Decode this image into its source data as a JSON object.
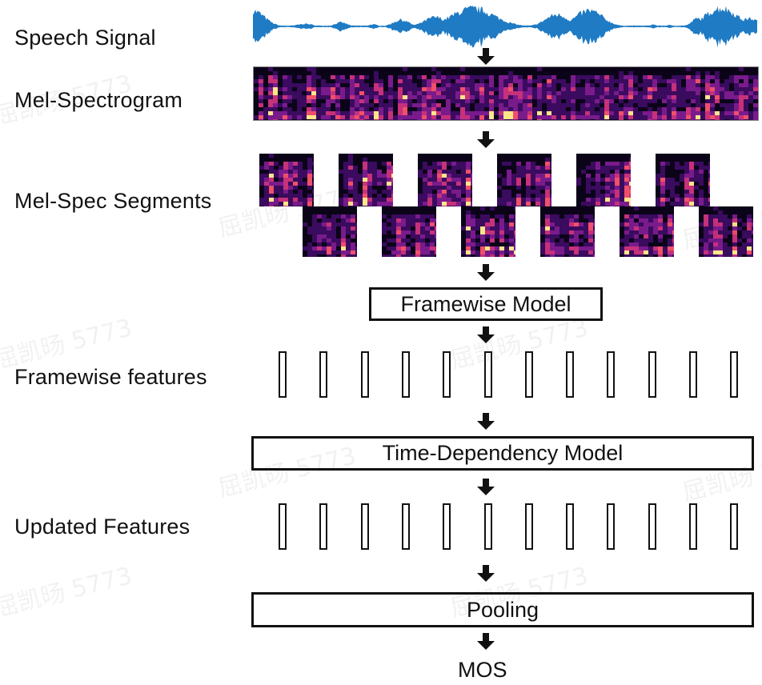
{
  "diagram": {
    "stages": {
      "speech_signal": "Speech Signal",
      "mel_spectrogram": "Mel-Spectrogram",
      "mel_spec_segments": "Mel-Spec Segments",
      "framewise_features": "Framewise features",
      "updated_features": "Updated Features",
      "output": "MOS"
    },
    "blocks": {
      "framewise_model": "Framewise Model",
      "time_dependency_model": "Time-Dependency Model",
      "pooling": "Pooling"
    },
    "segments": {
      "row1_count": 6,
      "row2_count": 6
    },
    "feature_vector_count": 12,
    "colors": {
      "waveform": "#1f7bc4",
      "spectrogram_low": "#0b0418",
      "spectrogram_mid": "#7a1b8c",
      "spectrogram_high": "#f0506a",
      "spectrogram_peak": "#fde68a",
      "line": "#111111"
    },
    "watermark": "屈凯旸 5773"
  }
}
